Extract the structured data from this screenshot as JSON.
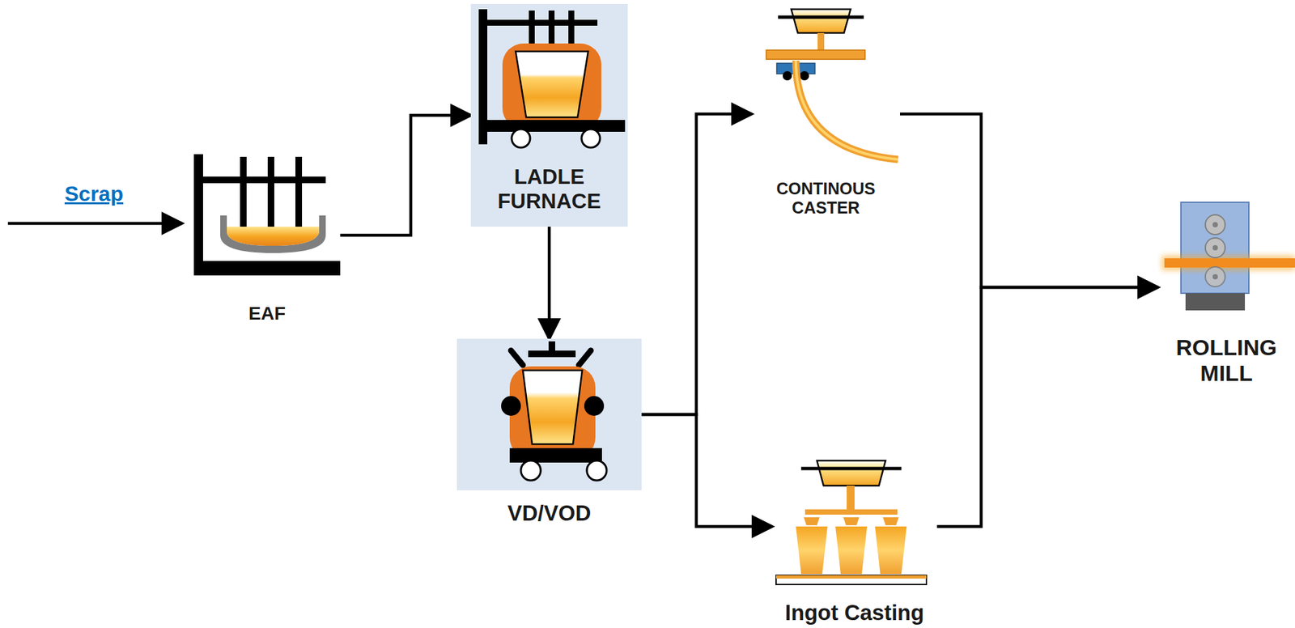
{
  "diagram": {
    "nodes": [
      {
        "text": [
          "EAF"
        ]
      },
      {
        "text": [
          "LADLE FURNACE"
        ]
      },
      {
        "text": [
          "VD/VOD"
        ]
      },
      {
        "text": [
          "CONTINOUS CASTER"
        ]
      },
      {
        "text": [
          "Ingot Casting"
        ]
      },
      {
        "text": [
          "ROLLING MILL"
        ]
      }
    ],
    "edges": [
      {
        "from": 0,
        "to": 1,
        "arrow": "to"
      },
      {
        "from": 1,
        "to": 2,
        "arrow": "to"
      },
      {
        "from": 2,
        "to": 3,
        "arrow": "to"
      },
      {
        "from": 2,
        "to": 4,
        "arrow": "to"
      },
      {
        "from": 3,
        "to": 5,
        "arrow": "to"
      },
      {
        "from": 4,
        "to": 5,
        "arrow": "to"
      }
    ],
    "labels": [
      "Scrap"
    ]
  }
}
